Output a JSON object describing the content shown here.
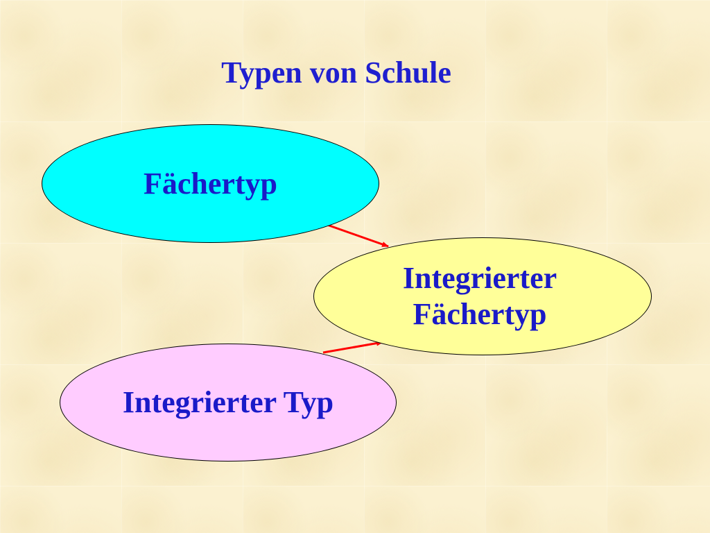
{
  "title": "Typen von Schule",
  "nodes": {
    "faechertyp": "Fächertyp",
    "integriert_faecher_line1": "Integrierter",
    "integriert_faecher_line2": "Fächertyp",
    "integriert_typ": "Integrierter Typ"
  },
  "colors": {
    "title_text": "#1f1fcf",
    "node_text": "#1a1ac8",
    "faechertyp_fill": "#00ffff",
    "integriert_faecher_fill": "#ffff99",
    "integriert_typ_fill": "#ffccff",
    "arrow": "#ff0000"
  }
}
